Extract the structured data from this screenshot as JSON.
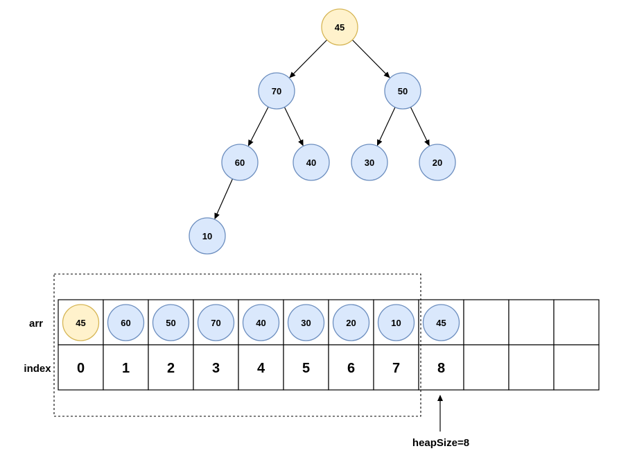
{
  "colors": {
    "node_fill": "#dae8fc",
    "node_stroke": "#6c8ebf",
    "highlight_fill": "#fff2cc",
    "highlight_stroke": "#d6b656"
  },
  "tree": {
    "nodes": [
      {
        "id": "n45",
        "label": "45",
        "highlight": true
      },
      {
        "id": "n70",
        "label": "70",
        "highlight": false
      },
      {
        "id": "n50",
        "label": "50",
        "highlight": false
      },
      {
        "id": "n60",
        "label": "60",
        "highlight": false
      },
      {
        "id": "n40",
        "label": "40",
        "highlight": false
      },
      {
        "id": "n30",
        "label": "30",
        "highlight": false
      },
      {
        "id": "n20",
        "label": "20",
        "highlight": false
      },
      {
        "id": "n10",
        "label": "10",
        "highlight": false
      }
    ],
    "edges": [
      {
        "from": "n45",
        "to": "n70"
      },
      {
        "from": "n45",
        "to": "n50"
      },
      {
        "from": "n70",
        "to": "n60"
      },
      {
        "from": "n70",
        "to": "n40"
      },
      {
        "from": "n50",
        "to": "n30"
      },
      {
        "from": "n50",
        "to": "n20"
      },
      {
        "from": "n60",
        "to": "n10"
      }
    ]
  },
  "array": {
    "row_label_values": "arr",
    "row_label_index": "index",
    "cells": [
      {
        "value": "45",
        "index": "0",
        "highlight": true
      },
      {
        "value": "60",
        "index": "1",
        "highlight": false
      },
      {
        "value": "50",
        "index": "2",
        "highlight": false
      },
      {
        "value": "70",
        "index": "3",
        "highlight": false
      },
      {
        "value": "40",
        "index": "4",
        "highlight": false
      },
      {
        "value": "30",
        "index": "5",
        "highlight": false
      },
      {
        "value": "20",
        "index": "6",
        "highlight": false
      },
      {
        "value": "10",
        "index": "7",
        "highlight": false
      },
      {
        "value": "45",
        "index": "8",
        "highlight": false
      },
      {
        "value": "",
        "index": "",
        "highlight": false
      },
      {
        "value": "",
        "index": "",
        "highlight": false
      },
      {
        "value": "",
        "index": "",
        "highlight": false
      }
    ],
    "heap_size_label": "heapSize=8"
  }
}
